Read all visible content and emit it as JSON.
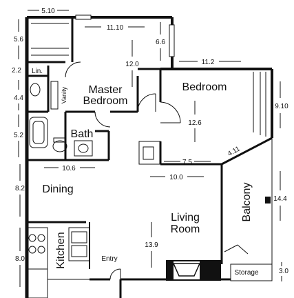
{
  "rooms": {
    "master_bedroom_line1": "Master",
    "master_bedroom_line2": "Bedroom",
    "bedroom": "Bedroom",
    "bath": "Bath",
    "linen": "Lin.",
    "vanity": "Vanity",
    "dining": "Dining",
    "kitchen": "Kitchen",
    "living_line1": "Living",
    "living_line2": "Room",
    "balcony": "Balcony",
    "storage": "Storage",
    "entry": "Entry"
  },
  "dimensions": {
    "top_left_width": "5.10",
    "master_width": "11.10",
    "master_depth": "12.0",
    "closet_top": "5.6",
    "master_closet": "6.6",
    "linen_height": "2.2",
    "vanity_height": "4.4",
    "bath_height": "5.2",
    "bedroom_width": "11.2",
    "bedroom_depth": "12.6",
    "bedroom_right": "9.10",
    "bedroom_lower": "7.5",
    "angled": "4.11",
    "dining_width": "10.6",
    "dining_height": "8.2",
    "living_width": "10.0",
    "living_depth": "13.9",
    "kitchen_height": "8.0",
    "balcony_length": "14.4",
    "storage_height": "3.0"
  }
}
